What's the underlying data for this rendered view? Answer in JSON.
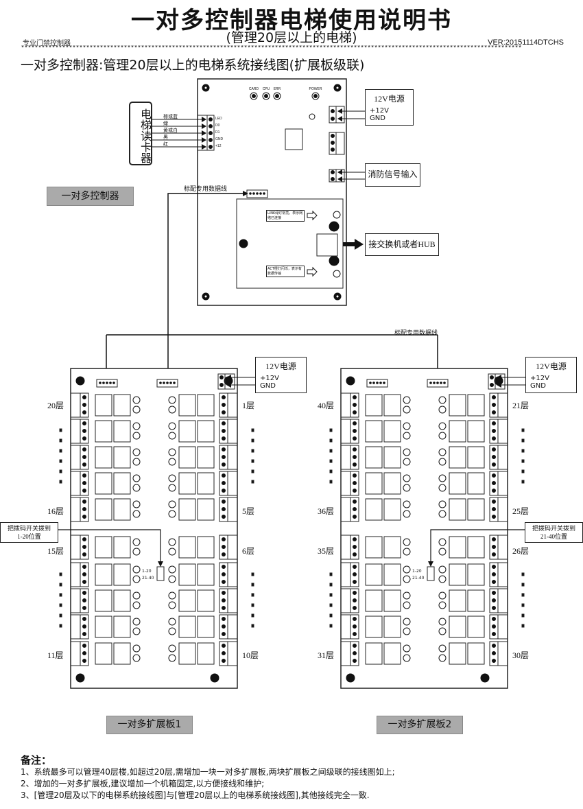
{
  "header": {
    "title": "一对多控制器电梯使用说明书",
    "subtitle": "(管理20层以上的电梯)",
    "brand": "专业门禁控制器",
    "version": "VER:20151114DTCHS",
    "stars": "**************************************************************************************************************************************************",
    "heading": "一对多控制器:管理20层以上的电梯系统接线图(扩展板级联)"
  },
  "reader": {
    "label": "电梯读卡器",
    "wires": [
      "棕或蓝",
      "绿",
      "黄或白",
      "黑",
      "红"
    ],
    "pins": [
      "LED",
      "D0",
      "D1",
      "GND",
      "+12"
    ]
  },
  "controller": {
    "label": "一对多控制器",
    "data_cable": "标配专用数据线",
    "power": {
      "title": "12V电源",
      "plus": "+12V",
      "gnd": "GND"
    },
    "fire": "消防信号输入",
    "hub": "接交换机或者HUB",
    "link_note": "LINK绿灯常亮，表示网络已连接",
    "act_note": "ACT橙灯闪烁，表示有数据传输",
    "leds": [
      "CARD",
      "CPU",
      "ERR",
      "POWER"
    ]
  },
  "cascade_cable": "标配专用数据线",
  "boards": [
    {
      "label": "一对多扩展板1",
      "left_floors": [
        "20层",
        "16层",
        "15层",
        "11层"
      ],
      "right_floors": [
        "1层",
        "5层",
        "6层",
        "10层"
      ],
      "dip_note": "把拨码开关拨到1-20位置",
      "dip_l1": "把拨码开关拨到",
      "dip_l2": "1-20位置",
      "power": {
        "title": "12V电源",
        "plus": "+12V",
        "gnd": "GND"
      }
    },
    {
      "label": "一对多扩展板2",
      "left_floors": [
        "40层",
        "36层",
        "35层",
        "31层"
      ],
      "right_floors": [
        "21层",
        "25层",
        "26层",
        "30层"
      ],
      "dip_note": "把拨码开关拨到21-40位置",
      "dip_l1": "把拨码开关拨到",
      "dip_l2": "21-40位置",
      "power": {
        "title": "12V电源",
        "plus": "+12V",
        "gnd": "GND"
      }
    }
  ],
  "dip_labels": [
    "1-20",
    "21-40"
  ],
  "notes": {
    "title": "备注：",
    "items": [
      "1、系统最多可以管理40层楼,如超过20层,需增加一块一对多扩展板,两块扩展板之间级联的接线图如上;",
      "2、增加的一对多扩展板,建议增加一个机箱固定,以方便接线和维护;",
      "3、[管理20层及以下的电梯系统接线图]与[管理20层以上的电梯系统接线图],其他接线完全一致."
    ]
  }
}
